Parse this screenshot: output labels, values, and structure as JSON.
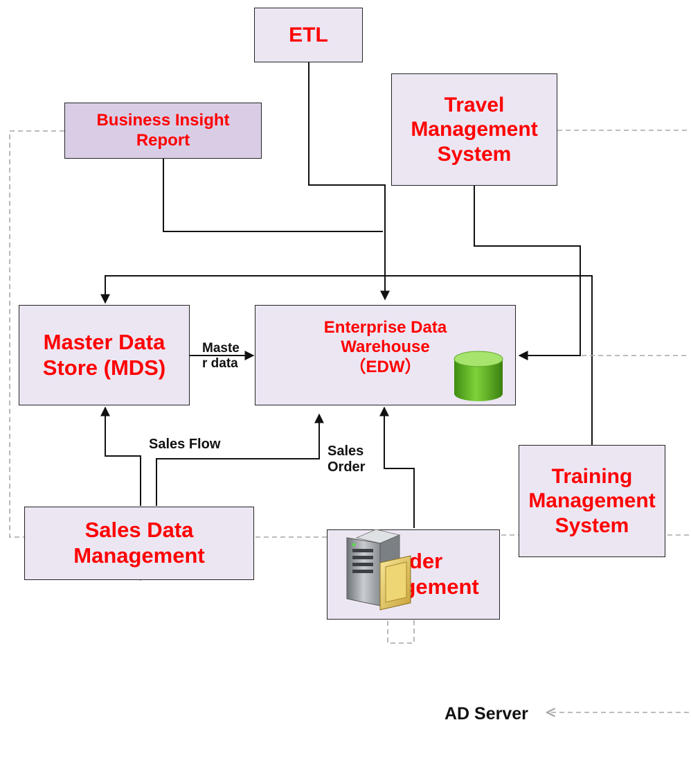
{
  "nodes": {
    "etl": {
      "lines": [
        "ETL"
      ]
    },
    "business_insight_report": {
      "lines": [
        "Business Insight",
        "Report"
      ]
    },
    "travel_management_system": {
      "lines": [
        "Travel",
        "Management",
        "System"
      ]
    },
    "master_data_store": {
      "lines": [
        "Master Data",
        "Store (MDS)"
      ]
    },
    "enterprise_data_warehouse": {
      "lines": [
        "Enterprise Data",
        "Warehouse",
        "（EDW）"
      ]
    },
    "sales_data_management": {
      "lines": [
        "Sales Data",
        "Management"
      ]
    },
    "order_management": {
      "lines": [
        "Order",
        "Management"
      ]
    },
    "training_management_system": {
      "lines": [
        "Training",
        "Management",
        "System"
      ]
    }
  },
  "edge_labels": {
    "master_data": [
      "Maste",
      "r data"
    ],
    "sales_flow": [
      "Sales Flow"
    ],
    "sales_order": [
      "Sales",
      "Order"
    ]
  },
  "server_label": "AD Server",
  "colors": {
    "node_fill": "#ece6f3",
    "node_fill_dark": "#d9cde6",
    "node_text": "#ff0000",
    "solid_connector": "#111111",
    "dashed_connector": "#a6a6a6",
    "cylinder_green": "#5fb81e"
  },
  "icons": [
    "database-cylinder-icon",
    "server-icon",
    "folder-icon"
  ]
}
